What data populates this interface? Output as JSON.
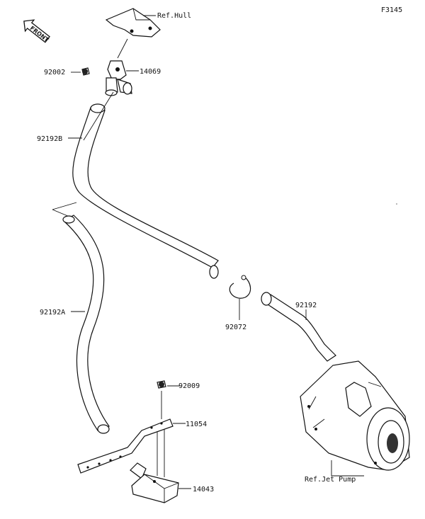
{
  "sheet_code": "F3145",
  "front_label": "FRONT",
  "labels": {
    "ref_hull": "Ref.Hull",
    "p14069": "14069",
    "p92002": "92002",
    "p92192b": "92192B",
    "p92192a": "92192A",
    "p92072": "92072",
    "p92192": "92192",
    "p92009": "92009",
    "p11054": "11054",
    "p14043": "14043",
    "ref_jet_pump": "Ref.Jet Pump"
  }
}
